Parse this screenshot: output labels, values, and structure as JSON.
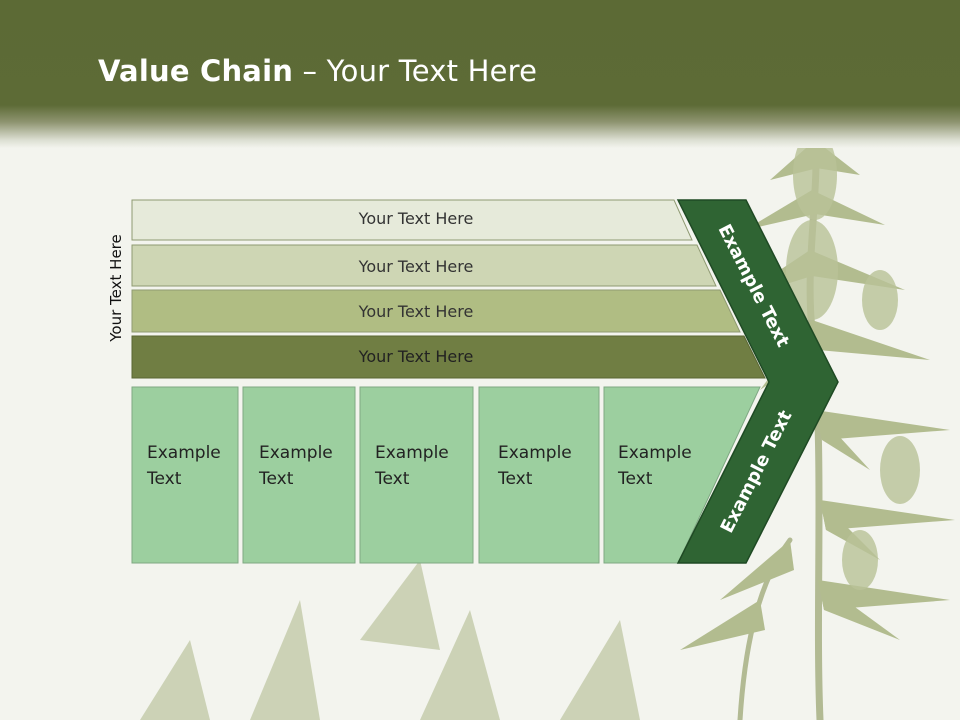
{
  "slide": {
    "title_bold": "Value Chain",
    "title_rest": " – Your Text Here",
    "side_label": "Your Text Here"
  },
  "bars": [
    {
      "label": "Your Text Here",
      "fill": "#e6eada"
    },
    {
      "label": "Your Text Here",
      "fill": "#ced6b4"
    },
    {
      "label": "Your Text Here",
      "fill": "#b0bd83"
    },
    {
      "label": "Your Text Here",
      "fill": "#707e43"
    }
  ],
  "boxes": [
    {
      "line1": "Example",
      "line2": "Text"
    },
    {
      "line1": "Example",
      "line2": "Text"
    },
    {
      "line1": "Example",
      "line2": "Text"
    },
    {
      "line1": "Example",
      "line2": "Text"
    },
    {
      "line1": "Example",
      "line2": "Text"
    }
  ],
  "chevron": {
    "upper_label": "Example Text",
    "lower_label": "Example Text",
    "fill": "#2f6433"
  },
  "colors": {
    "header": "#5c6a35",
    "box_fill": "#9ccf9f",
    "bar_text": "#333333"
  }
}
